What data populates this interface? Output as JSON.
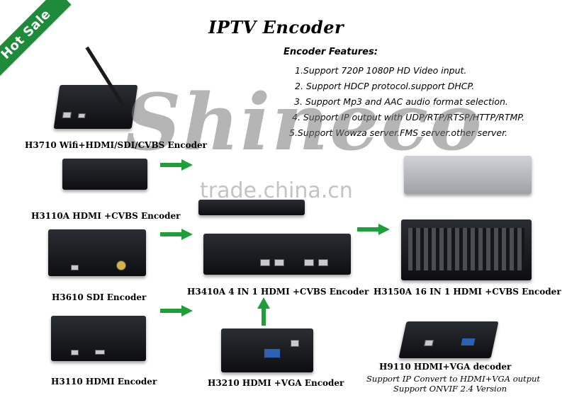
{
  "ribbon": {
    "label": "Hot Sale",
    "color": "#1f8b3a"
  },
  "title": "IPTV Encoder",
  "features": {
    "heading": "Encoder Features:",
    "items": [
      "1.Support 720P 1080P HD Video input.",
      "2. Support HDCP protocol.support DHCP.",
      "3. Support Mp3 and AAC audio format selection.",
      "4. Support IP output with UDP/RTP/RTSP/HTTP/RTMP.",
      "5.Support Wowza server.FMS server.other server."
    ]
  },
  "watermark": {
    "brand": "Shineco",
    "site": "trade.china.cn"
  },
  "products": {
    "h3710": "H3710 Wifi+HDMI/SDI/CVBS Encoder",
    "h3110a": "H3110A HDMI +CVBS Encoder",
    "h3610": "H3610 SDI Encoder",
    "h3110": "H3110 HDMI Encoder",
    "h3410a": "H3410A 4 IN 1 HDMI +CVBS Encoder",
    "h3210": "H3210 HDMI +VGA Encoder",
    "h3150a": "H3150A 16 IN 1 HDMI +CVBS Encoder",
    "h9110": "H9110 HDMI+VGA decoder",
    "h9110_note1": "Support IP Convert to HDMI+VGA output",
    "h9110_note2": "Support ONVIF 2.4 Version"
  },
  "colors": {
    "arrow": "#1f9e3a",
    "device": "#1a1c20"
  }
}
